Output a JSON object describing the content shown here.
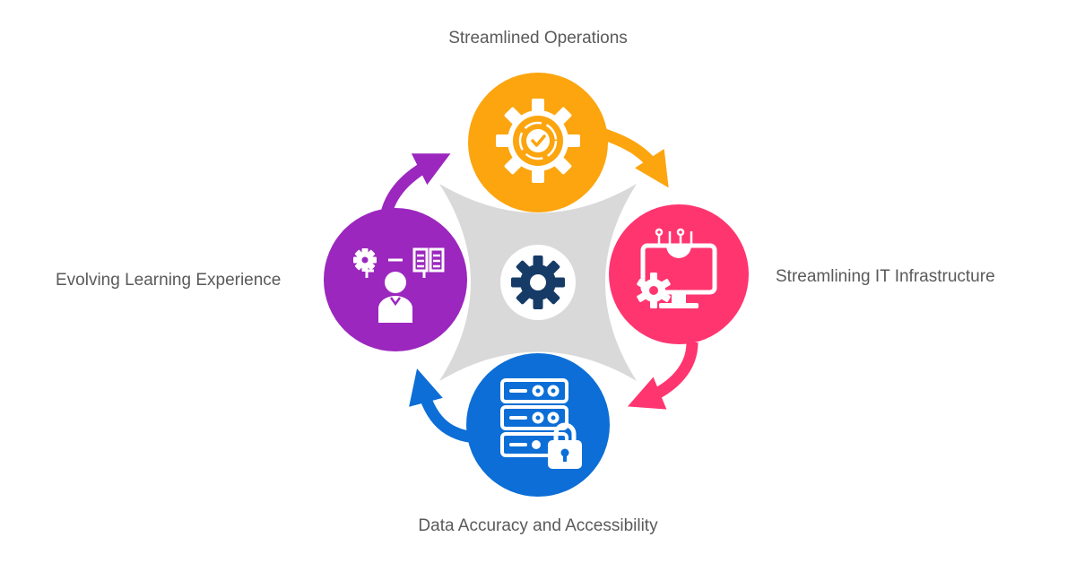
{
  "diagram": {
    "labels": {
      "top": "Streamlined Operations",
      "right": "Streamlining IT Infrastructure",
      "bottom": "Data Accuracy and Accessibility",
      "left": "Evolving Learning Experience"
    },
    "nodes": [
      {
        "id": "top",
        "color": "#fca50f",
        "icon": "gear-check-icon"
      },
      {
        "id": "right",
        "color": "#ff3570",
        "icon": "monitor-gear-icon"
      },
      {
        "id": "bottom",
        "color": "#0c6ed6",
        "icon": "server-lock-icon"
      },
      {
        "id": "left",
        "color": "#9b27be",
        "icon": "learner-book-icon"
      }
    ],
    "hub": {
      "color": "#d9d9d9",
      "icon": "gear-icon",
      "icon_color": "#163b66"
    }
  }
}
